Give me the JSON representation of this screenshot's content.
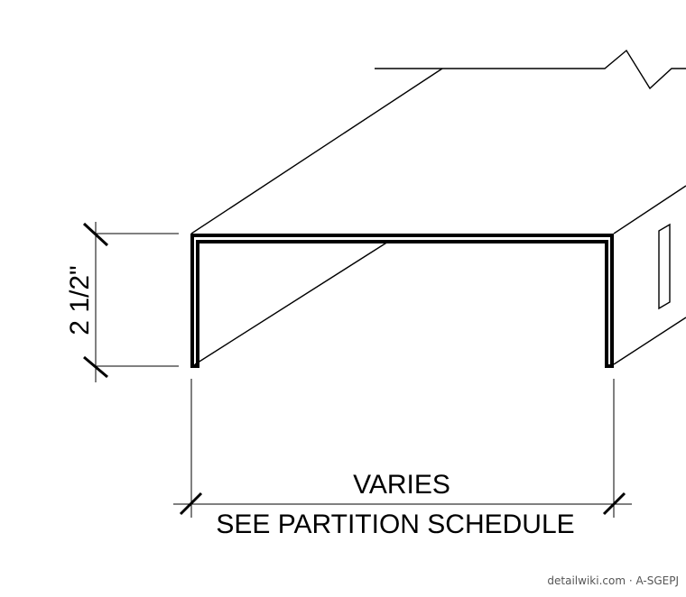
{
  "labels": {
    "height_dimension": "2 1/2\"",
    "width_dimension": "VARIES",
    "width_note": "SEE PARTITION SCHEDULE"
  },
  "watermark": {
    "text": "detailwiki.com · A-SGEPJ"
  }
}
